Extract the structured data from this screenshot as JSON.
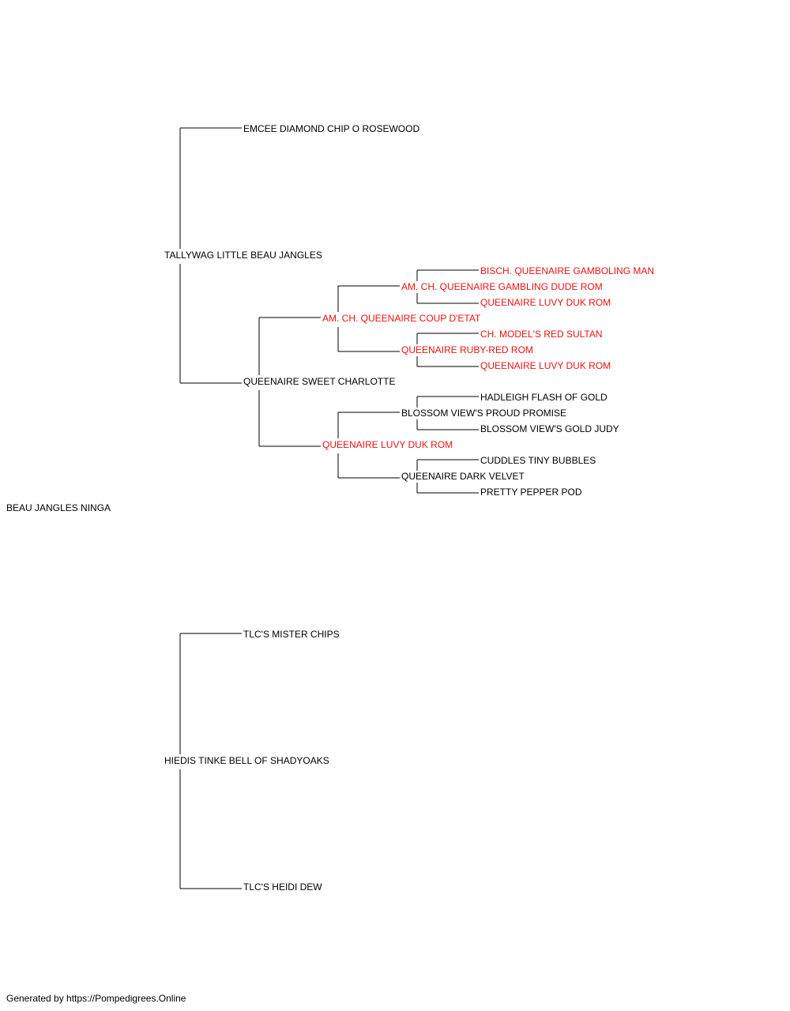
{
  "colors": {
    "champion": "#ee1111",
    "normal": "#000000",
    "line": "#000000"
  },
  "pedigree": {
    "subject": {
      "name": "BEAU JANGLES NINGA",
      "champion": false
    },
    "sire": {
      "name": "TALLYWAG LITTLE BEAU JANGLES",
      "champion": false,
      "sire": {
        "name": "EMCEE DIAMOND CHIP O ROSEWOOD",
        "champion": false
      },
      "dam": {
        "name": "QUEENAIRE SWEET CHARLOTTE",
        "champion": false,
        "sire": {
          "name": "AM. CH. QUEENAIRE COUP D'ETAT",
          "champion": true,
          "sire": {
            "name": "AM. CH. QUEENAIRE GAMBLING DUDE ROM",
            "champion": true,
            "sire": {
              "name": "BISCH. QUEENAIRE GAMBOLING MAN",
              "champion": true
            },
            "dam": {
              "name": "QUEENAIRE LUVY DUK ROM",
              "champion": true
            }
          },
          "dam": {
            "name": "QUEENAIRE RUBY-RED ROM",
            "champion": true,
            "sire": {
              "name": "CH. MODEL'S RED SULTAN",
              "champion": true
            },
            "dam": {
              "name": "QUEENAIRE LUVY DUK ROM",
              "champion": true
            }
          }
        },
        "dam": {
          "name": "QUEENAIRE LUVY DUK ROM",
          "champion": true,
          "sire": {
            "name": "BLOSSOM VIEW'S PROUD PROMISE",
            "champion": false,
            "sire": {
              "name": "HADLEIGH FLASH OF GOLD",
              "champion": false
            },
            "dam": {
              "name": "BLOSSOM VIEW'S GOLD JUDY",
              "champion": false
            }
          },
          "dam": {
            "name": "QUEENAIRE DARK VELVET",
            "champion": false,
            "sire": {
              "name": "CUDDLES TINY BUBBLES",
              "champion": false
            },
            "dam": {
              "name": "PRETTY PEPPER POD",
              "champion": false
            }
          }
        }
      }
    },
    "dam": {
      "name": "HIEDIS TINKE BELL OF SHADYOAKS",
      "champion": false,
      "sire": {
        "name": "TLC'S MISTER CHIPS",
        "champion": false
      },
      "dam": {
        "name": "TLC'S HEIDI DEW",
        "champion": false
      }
    }
  },
  "footer": {
    "text": "Generated by https://Pompedigrees.Online"
  }
}
